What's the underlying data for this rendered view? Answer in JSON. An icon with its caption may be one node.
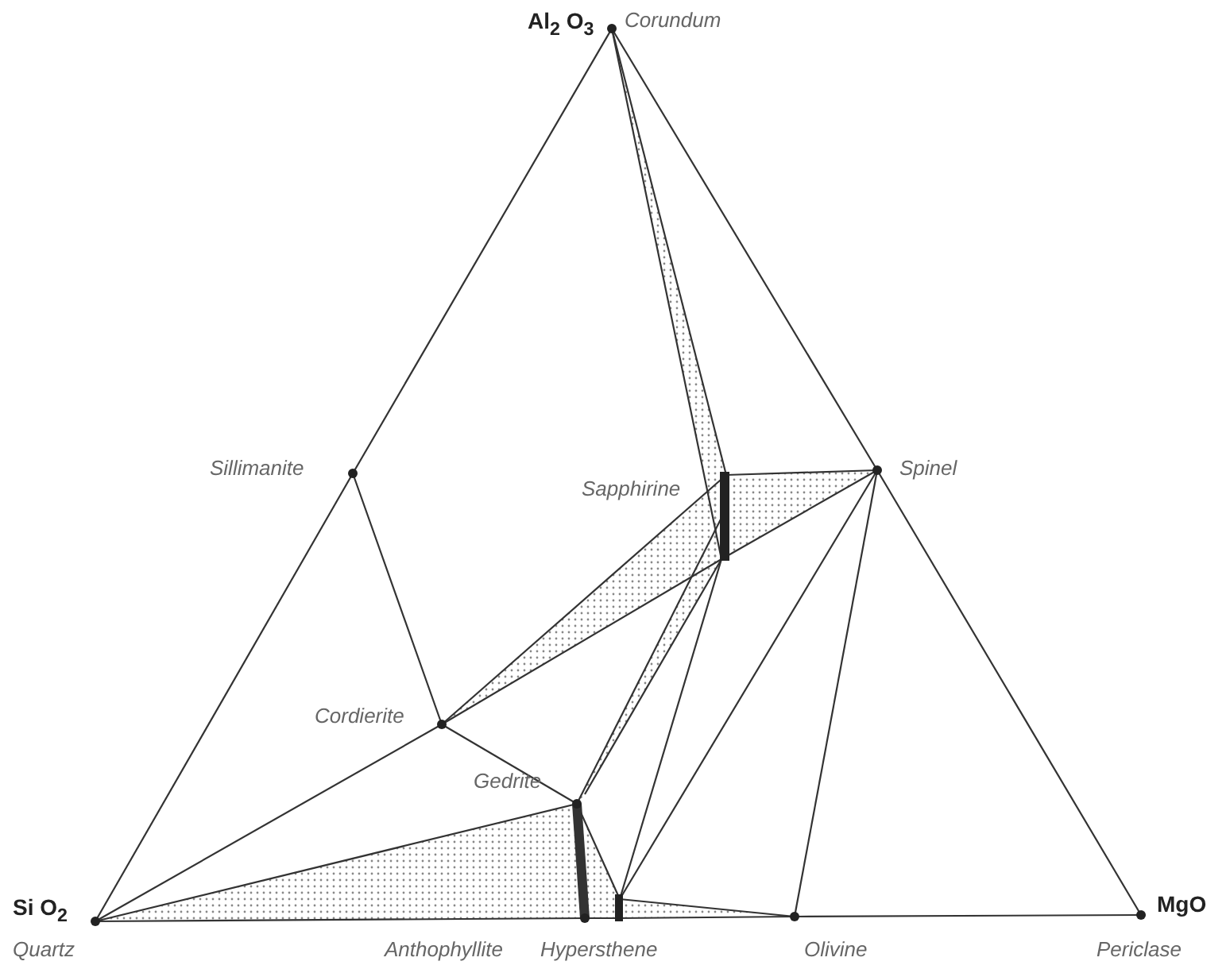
{
  "diagram": {
    "nodes": [
      {
        "text": [
          "Al$_{2}$ O$_{3}$",
          "Corundum"
        ]
      },
      {
        "text": [
          "Sillimanite"
        ]
      },
      {
        "text": [
          "Spinel"
        ]
      },
      {
        "text": [
          "Sapphirine"
        ]
      },
      {
        "text": [
          "Cordierite"
        ]
      },
      {
        "text": [
          "Gedrite"
        ]
      },
      {
        "text": [
          "Si O$_{2}$",
          "Quartz"
        ]
      },
      {
        "text": [
          "MgO",
          "Periclase"
        ]
      },
      {
        "text": [
          "Anthophyllite"
        ]
      },
      {
        "text": [
          "Hypersthene"
        ]
      },
      {
        "text": [
          "Olivine"
        ]
      }
    ],
    "edges": [
      {
        "from": 0,
        "to": 1,
        "arrow": "none"
      },
      {
        "from": 1,
        "to": 6,
        "arrow": "none"
      },
      {
        "from": 0,
        "to": 2,
        "arrow": "none"
      },
      {
        "from": 2,
        "to": 7,
        "arrow": "none"
      },
      {
        "from": 6,
        "to": 8,
        "arrow": "none"
      },
      {
        "from": 8,
        "to": 9,
        "arrow": "none"
      },
      {
        "from": 9,
        "to": 10,
        "arrow": "none"
      },
      {
        "from": 10,
        "to": 7,
        "arrow": "none"
      },
      {
        "from": 1,
        "to": 4,
        "arrow": "none"
      },
      {
        "from": 4,
        "to": 6,
        "arrow": "none"
      },
      {
        "from": 4,
        "to": 5,
        "arrow": "none"
      },
      {
        "from": 4,
        "to": 3,
        "arrow": "none"
      },
      {
        "from": 4,
        "to": 3,
        "arrow": "none"
      },
      {
        "from": 3,
        "to": 2,
        "arrow": "none"
      },
      {
        "from": 3,
        "to": 2,
        "arrow": "none"
      },
      {
        "from": 0,
        "to": 3,
        "arrow": "none"
      },
      {
        "from": 0,
        "to": 3,
        "arrow": "none"
      },
      {
        "from": 3,
        "to": 5,
        "arrow": "none"
      },
      {
        "from": 3,
        "to": 5,
        "arrow": "none"
      },
      {
        "from": 3,
        "to": 9,
        "arrow": "none"
      },
      {
        "from": 2,
        "to": 9,
        "arrow": "none"
      },
      {
        "from": 2,
        "to": 10,
        "arrow": "none"
      },
      {
        "from": 6,
        "to": 5,
        "arrow": "none"
      },
      {
        "from": 5,
        "to": 8,
        "arrow": "none",
        "style": "thick"
      },
      {
        "from": 5,
        "to": 9,
        "arrow": "none"
      },
      {
        "from": 9,
        "to": 10,
        "arrow": "none"
      }
    ]
  }
}
